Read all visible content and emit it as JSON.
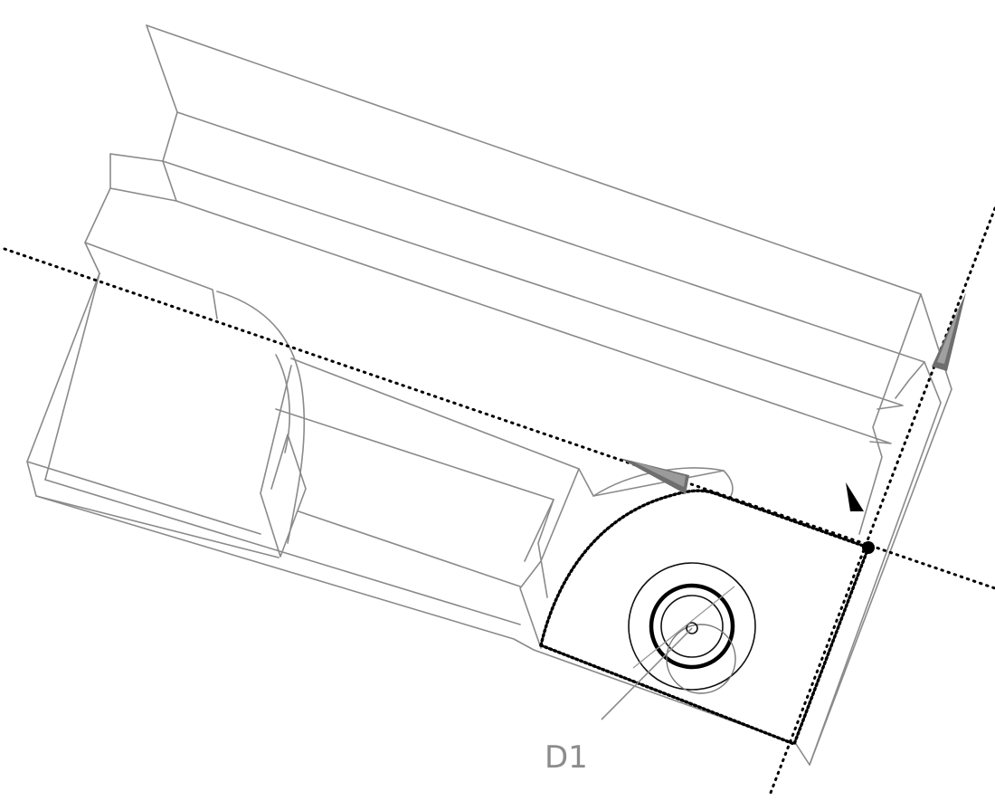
{
  "dimension": {
    "label": "D1"
  },
  "colors": {
    "background": "#ffffff",
    "wireframe_edges": "#8a8a8a",
    "sketch_entities": "#000000",
    "dimension_text": "#8c8c8c"
  },
  "icons": {
    "direction_arrow_x": "gray-triangle-arrow",
    "direction_arrow_z": "gray-triangle-arrow",
    "origin_marker": "black-arrowhead"
  }
}
